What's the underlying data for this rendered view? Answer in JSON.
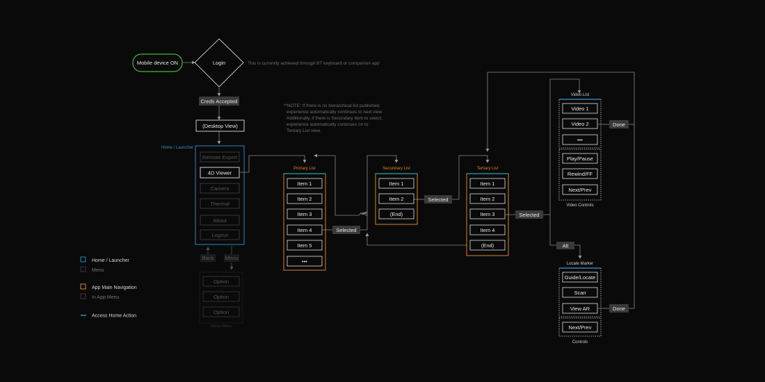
{
  "start": {
    "mobile_on": "Mobile device ON",
    "login": "Login",
    "login_note": "This is currently achieved through BT keyboard or companion app",
    "creds": "Creds Accepted",
    "desktop": "(Desktop View)"
  },
  "home": {
    "caption": "Home / Launcher",
    "items": [
      "Remote Expert",
      "4D Viewer",
      "Camera",
      "Thermal",
      "About",
      "Logout"
    ],
    "back": "Back",
    "menu": "Menu",
    "options": [
      "Option",
      "Option",
      "Option"
    ],
    "menu_caption": "Home Menu"
  },
  "note": [
    "**NOTE: If there is no hierarchical list published,",
    "experience automatically continues to next view",
    "Additionally, if there is Secondary Item to select,",
    "experience automatically continues on to",
    "Tertiary List view."
  ],
  "primary": {
    "caption": "Primary List",
    "items": [
      "Item 1",
      "Item 2",
      "Item 3",
      "Item 4",
      "Item 5",
      "•••"
    ],
    "selected": "Selected"
  },
  "secondary": {
    "caption": "Secondary List",
    "items": [
      "Item 1",
      "Item 2",
      "(End)"
    ],
    "selected": "Selected"
  },
  "tertiary": {
    "caption": "Tertiary List",
    "items": [
      "Item 1",
      "Item 2",
      "Item 3",
      "Item 4",
      "(End)"
    ],
    "selected": "Selected"
  },
  "video": {
    "caption": "Video List",
    "items": [
      "Video 1",
      "Video 2",
      "•••"
    ],
    "done": "Done",
    "controls": [
      "Play/Pause",
      "Rewind/FF",
      "Next/Prev"
    ],
    "controls_caption": "Video Controls"
  },
  "alt": "Alt",
  "locate": {
    "caption": "Locate Marker",
    "items": [
      "Guide/Locate",
      "Scan",
      "View AR"
    ],
    "done": "Done",
    "controls": [
      "Next/Prev"
    ],
    "controls_caption": "Controls"
  },
  "legend": {
    "home": "Home / Launcher",
    "menu": "Menu",
    "app_nav": "App Main Navigation",
    "in_app": "In App Menu",
    "access_home": "Access Home Action"
  },
  "colors": {
    "blue": "#2d86c0",
    "orange": "#d8822e",
    "green": "#4fb043",
    "teal": "#2aa3a6"
  }
}
